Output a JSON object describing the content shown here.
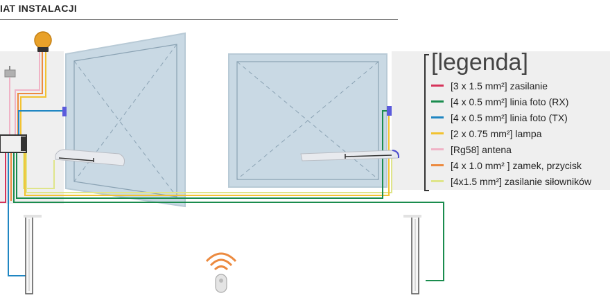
{
  "header": {
    "title": "IAT INSTALACJI"
  },
  "legend": {
    "title": "[legenda]",
    "items": [
      {
        "label": "[3 x 1.5 mm²] zasilanie",
        "color": "#d6335a"
      },
      {
        "label": "[4 x 0.5 mm²] linia foto (RX)",
        "color": "#1a8c4e"
      },
      {
        "label": "[4 x 0.5 mm²] linia foto (TX)",
        "color": "#1f86c2"
      },
      {
        "label": "[2 x 0.75 mm²] lampa",
        "color": "#f2c230"
      },
      {
        "label": "[Rg58] antena",
        "color": "#f0b3c6"
      },
      {
        "label": "[4 x 1.0 mm² ] zamek, przycisk",
        "color": "#ec8a3f"
      },
      {
        "label": "[4x1.5 mm²] zasilanie siłowników",
        "color": "#dfe58a"
      }
    ]
  },
  "components": {
    "lamp": "warning-lamp-icon",
    "antenna": "antenna-icon",
    "control_box": "control-box-icon",
    "remote": "remote-control-icon"
  }
}
